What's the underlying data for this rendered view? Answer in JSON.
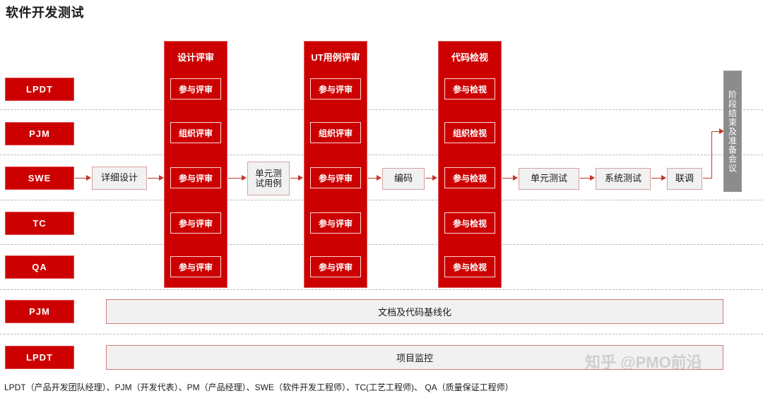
{
  "title": "软件开发测试",
  "colors": {
    "red": "#cc0000",
    "chip_border": "#ffd6d6",
    "box_bg": "#f1f1f1",
    "box_border": "#d9a0a0",
    "arrow": "#c0392b",
    "separator": "#b9b9b9",
    "end_bar": "#8c8c8c"
  },
  "roles": [
    {
      "label": "LPDT"
    },
    {
      "label": "PJM"
    },
    {
      "label": "SWE"
    },
    {
      "label": "TC"
    },
    {
      "label": "QA"
    },
    {
      "label": "PJM"
    },
    {
      "label": "LPDT"
    }
  ],
  "bands": [
    {
      "title": "设计评审",
      "chips": [
        "参与评审",
        "组织评审",
        "参与评审",
        "参与评审",
        "参与评审"
      ]
    },
    {
      "title": "UT用例评审",
      "chips": [
        "参与评审",
        "组织评审",
        "参与评审",
        "参与评审",
        "参与评审"
      ]
    },
    {
      "title": "代码检视",
      "chips": [
        "参与检视",
        "组织检视",
        "参与检视",
        "参与检视",
        "参与检视"
      ]
    }
  ],
  "process_boxes": [
    {
      "label": "详细设计"
    },
    {
      "label": "单元测\n试用例",
      "line1": "单元测",
      "line2": "试用例"
    },
    {
      "label": "编码"
    },
    {
      "label": "单元测试"
    },
    {
      "label": "系统测试"
    },
    {
      "label": "联调"
    }
  ],
  "end_bar": {
    "label": "阶段结束及准备会议"
  },
  "wide_bars": [
    {
      "label": "文档及代码基线化"
    },
    {
      "label": "项目监控"
    }
  ],
  "legend": "LPDT（产品开发团队经理）、PJM（开发代表）、PM（产品经理）、SWE（软件开发工程师）、TC(工艺工程师)、 QA（质量保证工程师）",
  "watermark": "知乎 @PMO前沿"
}
